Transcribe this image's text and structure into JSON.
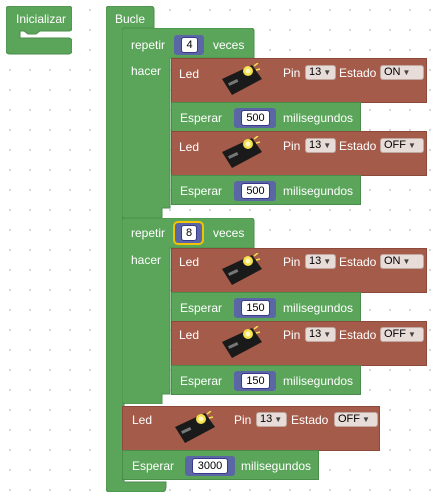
{
  "init_block": {
    "label": "Inicializar"
  },
  "loop_block": {
    "label": "Bucle"
  },
  "repeat1": {
    "repeat_label": "repetir",
    "count": "4",
    "times_label": "veces",
    "do_label": "hacer",
    "led_on": {
      "label": "Led",
      "pin_label": "Pin",
      "pin": "13",
      "state_label": "Estado",
      "state": "ON"
    },
    "wait_a": {
      "label": "Esperar",
      "ms": "500",
      "unit": "milisegundos"
    },
    "led_off": {
      "label": "Led",
      "pin_label": "Pin",
      "pin": "13",
      "state_label": "Estado",
      "state": "OFF"
    },
    "wait_b": {
      "label": "Esperar",
      "ms": "500",
      "unit": "milisegundos"
    }
  },
  "repeat2": {
    "repeat_label": "repetir",
    "count": "8",
    "times_label": "veces",
    "do_label": "hacer",
    "led_on": {
      "label": "Led",
      "pin_label": "Pin",
      "pin": "13",
      "state_label": "Estado",
      "state": "ON"
    },
    "wait_a": {
      "label": "Esperar",
      "ms": "150",
      "unit": "milisegundos"
    },
    "led_off": {
      "label": "Led",
      "pin_label": "Pin",
      "pin": "13",
      "state_label": "Estado",
      "state": "OFF"
    },
    "wait_b": {
      "label": "Esperar",
      "ms": "150",
      "unit": "milisegundos"
    }
  },
  "final_led": {
    "label": "Led",
    "pin_label": "Pin",
    "pin": "13",
    "state_label": "Estado",
    "state": "OFF"
  },
  "final_wait": {
    "label": "Esperar",
    "ms": "3000",
    "unit": "milisegundos"
  },
  "colors": {
    "loop_green": "#5ba55b",
    "led_brown": "#a55b4a",
    "number_slot": "#5b67a5",
    "selected_outline": "#f2c300"
  },
  "icons": {
    "led_module": "led-module-icon"
  }
}
